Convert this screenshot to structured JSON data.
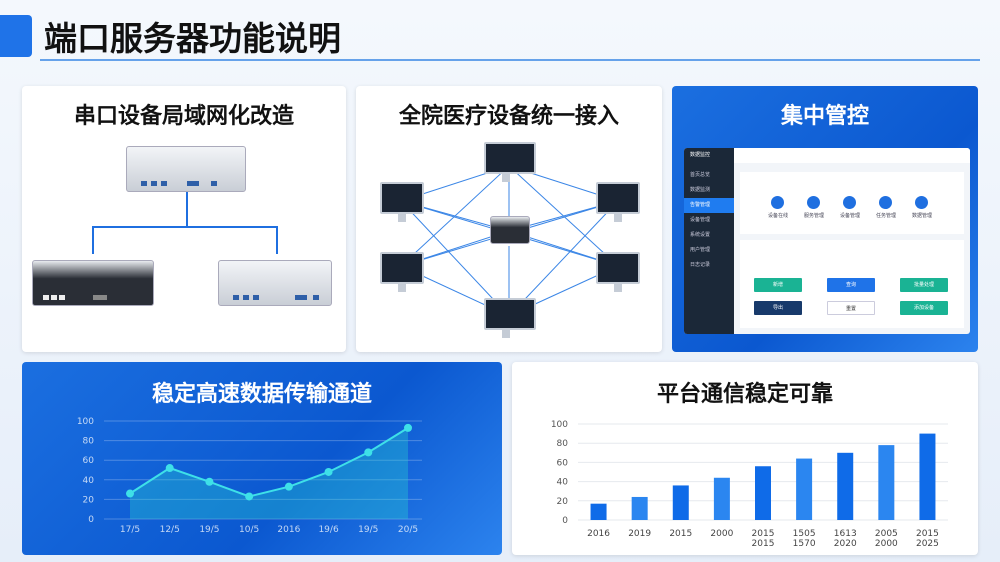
{
  "header": {
    "title": "端口服务器功能说明"
  },
  "panels": {
    "p1": {
      "title": "串口设备局域网化改造"
    },
    "p2": {
      "title": "全院医疗设备统一接入"
    },
    "p3": {
      "title": "集中管控"
    },
    "p4": {
      "title": "稳定高速数据传输通道"
    },
    "p5": {
      "title": "平台通信稳定可靠"
    }
  },
  "dashboard": {
    "app_name": "数据监控",
    "menu": [
      "首页总览",
      "数据监测",
      "告警管理",
      "设备管理",
      "系统设置",
      "用户管理",
      "日志记录"
    ],
    "buttons": [
      "新增",
      "查询",
      "批量处理",
      "导出",
      "重置",
      "添加设备"
    ],
    "icons": [
      "设备在线",
      "服务管理",
      "设备管理",
      "任务管理",
      "数据管理"
    ],
    "colors": {
      "sidebar": "#1b2838",
      "active": "#1f7cf0",
      "teal": "#1ab394",
      "navy": "#183a6b"
    }
  },
  "chart_data": [
    {
      "type": "area",
      "title": "稳定高速数据传输通道",
      "categories": [
        "17/5",
        "12/5",
        "19/5",
        "10/5",
        "2016",
        "19/6",
        "19/5",
        "20/5"
      ],
      "values": [
        26,
        52,
        38,
        23,
        33,
        48,
        68,
        93
      ],
      "ylim": [
        0,
        100
      ],
      "yticks": [
        0,
        20,
        40,
        60,
        80,
        100
      ],
      "grid": true,
      "color": "#3ee0e8"
    },
    {
      "type": "bar",
      "title": "平台通信稳定可靠",
      "categories": [
        "2016",
        "2019",
        "2015",
        "2000",
        "2015 2015",
        "1505 1570",
        "1613 2020",
        "2005 2000",
        "2015 2025"
      ],
      "values": [
        17,
        24,
        36,
        44,
        56,
        64,
        70,
        78,
        90
      ],
      "ylim": [
        0,
        100
      ],
      "yticks": [
        0,
        20,
        40,
        60,
        80,
        100
      ],
      "grid": true,
      "color": "#1f73e8"
    }
  ]
}
